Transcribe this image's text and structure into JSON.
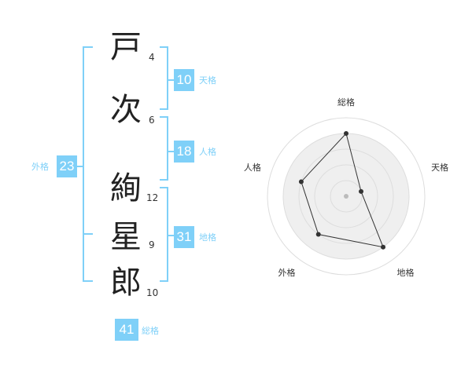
{
  "name": {
    "chars": [
      {
        "char": "戸",
        "strokes": "4"
      },
      {
        "char": "次",
        "strokes": "6"
      },
      {
        "char": "絢",
        "strokes": "12"
      },
      {
        "char": "星",
        "strokes": "9"
      },
      {
        "char": "郎",
        "strokes": "10"
      }
    ]
  },
  "fortune": {
    "tenkaku": {
      "value": "10",
      "label": "天格"
    },
    "jinkaku": {
      "value": "18",
      "label": "人格"
    },
    "chikaku": {
      "value": "31",
      "label": "地格"
    },
    "gaikaku": {
      "value": "23",
      "label": "外格"
    },
    "soukaku": {
      "value": "41",
      "label": "総格"
    }
  },
  "colors": {
    "accent": "#7fd0f8",
    "text": "#222222",
    "grid": "#dddddd",
    "fill": "#efefef"
  },
  "chart_data": {
    "type": "radar",
    "axes": [
      "総格",
      "天格",
      "地格",
      "外格",
      "人格"
    ],
    "values": [
      4,
      1,
      4,
      3,
      3
    ],
    "max": 5
  }
}
